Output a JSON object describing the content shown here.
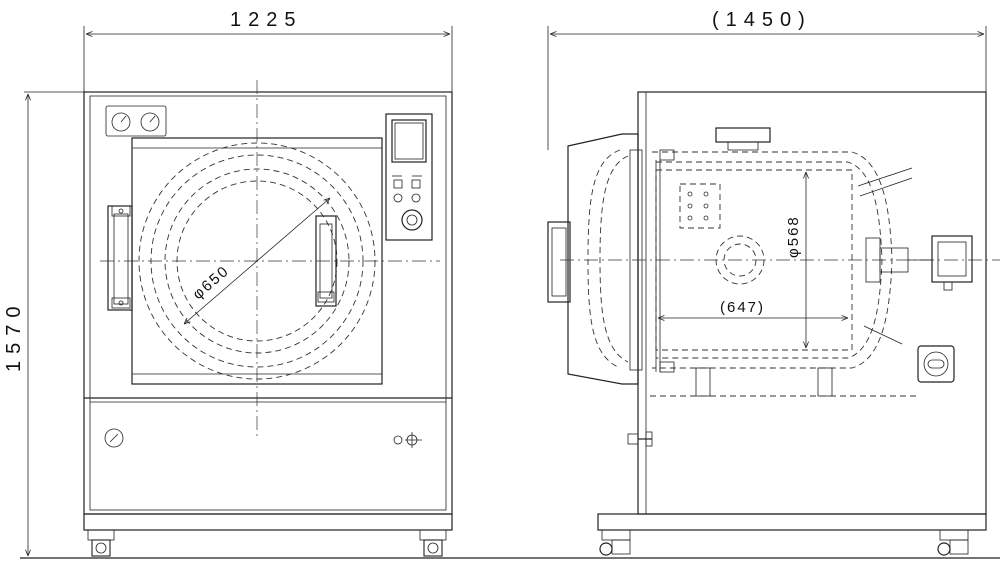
{
  "dimensions": {
    "front_width": "1225",
    "side_depth": "(1450)",
    "total_height": "1570",
    "chamber_diameter": "φ650",
    "inner_diameter": "φ568",
    "inner_length": "(647)"
  }
}
